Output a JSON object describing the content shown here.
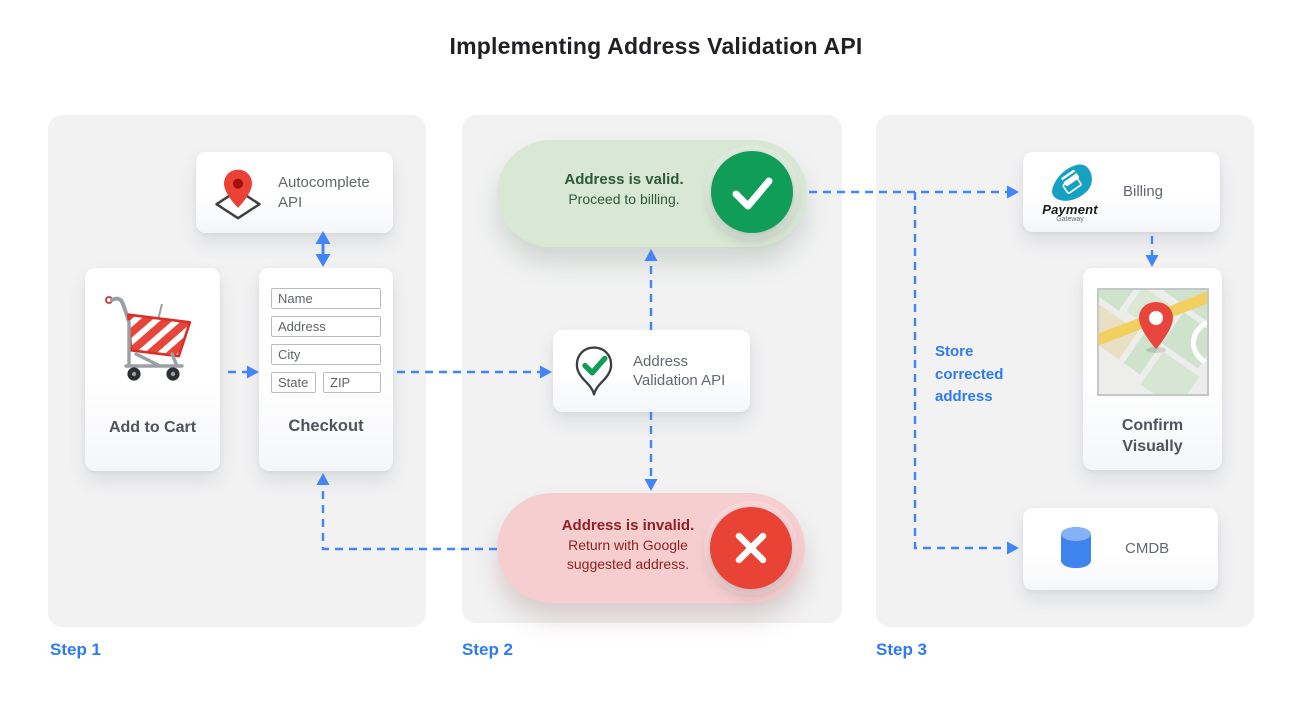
{
  "title": "Implementing Address Validation API",
  "steps": {
    "step1": "Step 1",
    "step2": "Step 2",
    "step3": "Step 3"
  },
  "step1": {
    "autocomplete": {
      "label": "Autocomplete API"
    },
    "cart": {
      "label": "Add to Cart"
    },
    "checkout": {
      "label": "Checkout",
      "fields": {
        "name": "Name",
        "address": "Address",
        "city": "City",
        "state": "State",
        "zip": "ZIP"
      }
    }
  },
  "step2": {
    "api": {
      "label": "Address Validation API"
    },
    "valid": {
      "title": "Address is valid.",
      "subtitle": "Proceed to billing."
    },
    "invalid": {
      "title": "Address is invalid.",
      "subtitle": "Return with Google suggested address."
    }
  },
  "step3": {
    "billing": {
      "label": "Billing",
      "logo_name": "Payment",
      "logo_sub": "Gateway"
    },
    "confirm": {
      "label": "Confirm Visually"
    },
    "cmdb": {
      "label": "CMDB"
    },
    "annotation": "Store corrected address"
  },
  "colors": {
    "accent_blue": "#4285f4",
    "valid_green": "#0f9d58",
    "invalid_red": "#ea4335",
    "label_blue": "#2d7bf0"
  }
}
